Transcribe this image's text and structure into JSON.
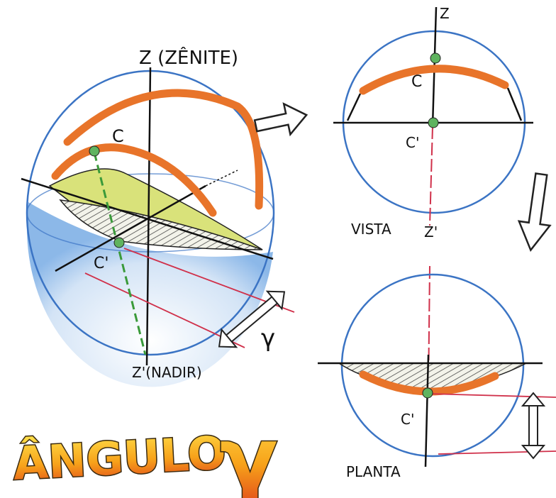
{
  "main_sphere": {
    "zenith_label": "Z (ZÊNITE)",
    "nadir_label": "Z'(NADIR)",
    "point_c": "C",
    "point_c_prime": "C'",
    "angle_symbol": "γ"
  },
  "vista": {
    "z_label": "Z",
    "point_c": "C",
    "point_c_prime": "C'",
    "z_prime_label": "Z'",
    "caption": "VISTA"
  },
  "planta": {
    "point_c_prime": "C'",
    "caption": "PLANTA"
  },
  "title": {
    "text": "ÂNGULO",
    "symbol": "γ"
  },
  "colors": {
    "arc_orange": "#e8742a",
    "sphere_blue": "#3b74c4",
    "plane_green": "#d9e27a",
    "point_green": "#5fb35f",
    "red_line": "#d0304a"
  }
}
